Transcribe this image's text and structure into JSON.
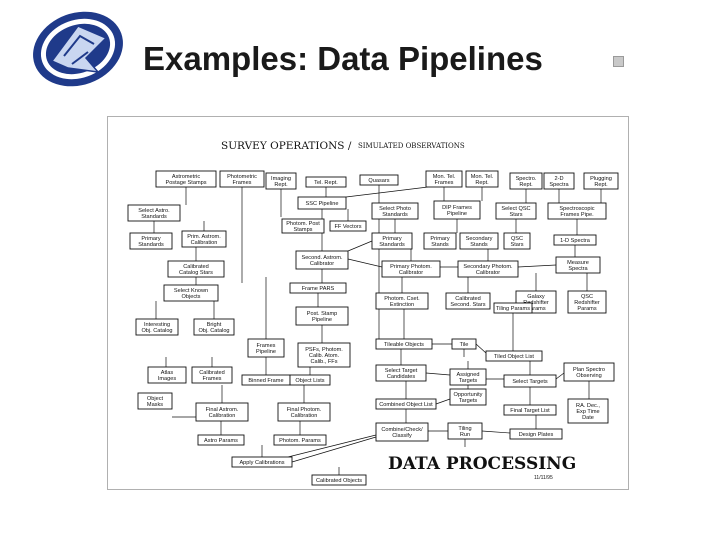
{
  "slide": {
    "title": "Examples: Data Pipelines"
  },
  "diagram": {
    "header_main": "SURVEY OPERATIONS /",
    "header_sub": "SIMULATED OBSERVATIONS",
    "footer": "DATA PROCESSING",
    "date": "11/11/95",
    "boxes": [
      {
        "id": "b1",
        "lines": [
          "Astrometric",
          "Postage Stamps"
        ]
      },
      {
        "id": "b2",
        "lines": [
          "Photometric",
          "Frames"
        ]
      },
      {
        "id": "b3",
        "lines": [
          "Imaging",
          "Rept."
        ]
      },
      {
        "id": "b4",
        "lines": [
          "Tel. Rept."
        ]
      },
      {
        "id": "b5",
        "lines": [
          "Quasars"
        ]
      },
      {
        "id": "b6",
        "lines": [
          "Mon. Tel.",
          "Frames"
        ]
      },
      {
        "id": "b7",
        "lines": [
          "Mon. Tel.",
          "Rept."
        ]
      },
      {
        "id": "b8",
        "lines": [
          "Spectro.",
          "Rept."
        ]
      },
      {
        "id": "b9",
        "lines": [
          "2-D",
          "Spectra"
        ]
      },
      {
        "id": "b10",
        "lines": [
          "Plugging",
          "Rept."
        ]
      },
      {
        "id": "b11",
        "lines": [
          "Select Astro.",
          "Standards"
        ]
      },
      {
        "id": "b12",
        "lines": [
          "SSC Pipeline"
        ]
      },
      {
        "id": "b13",
        "lines": [
          "Select Photo",
          "Standards"
        ]
      },
      {
        "id": "b14",
        "lines": [
          "DIP Frames",
          "Pipeline"
        ]
      },
      {
        "id": "b15",
        "lines": [
          "Select QSC",
          "Stars"
        ]
      },
      {
        "id": "b16",
        "lines": [
          "Spectroscopic",
          "Frames Pipe."
        ]
      },
      {
        "id": "b17",
        "lines": [
          "Primary",
          "Standards"
        ]
      },
      {
        "id": "b18",
        "lines": [
          "Prim. Astrom.",
          "Calibration"
        ]
      },
      {
        "id": "b19",
        "lines": [
          "Photom. Post",
          "Stamps"
        ]
      },
      {
        "id": "b20",
        "lines": [
          "FF Vectors"
        ]
      },
      {
        "id": "b21",
        "lines": [
          "Primary",
          "Standards"
        ]
      },
      {
        "id": "b22",
        "lines": [
          "Primary",
          "Stands"
        ]
      },
      {
        "id": "b23",
        "lines": [
          "Secondary",
          "Stands"
        ]
      },
      {
        "id": "b24",
        "lines": [
          "QSC",
          "Stars"
        ]
      },
      {
        "id": "b25",
        "lines": [
          "1-D Spectra"
        ]
      },
      {
        "id": "b26",
        "lines": [
          "Calibrated",
          "Catalog Stars"
        ]
      },
      {
        "id": "b27",
        "lines": [
          "Second. Astrom.",
          "Calibrator"
        ]
      },
      {
        "id": "b28",
        "lines": [
          "Primary Photom.",
          "Calibrator"
        ]
      },
      {
        "id": "b29",
        "lines": [
          "Secondary Photom.",
          "Calibrator"
        ]
      },
      {
        "id": "b30",
        "lines": [
          "Measure",
          "Spectra"
        ]
      },
      {
        "id": "b31",
        "lines": [
          "Select Known",
          "Objects"
        ]
      },
      {
        "id": "b32",
        "lines": [
          "Frame PARS"
        ]
      },
      {
        "id": "b33",
        "lines": [
          "Photom. Cset.",
          "Extinction"
        ]
      },
      {
        "id": "b34",
        "lines": [
          "Calibrated",
          "Second. Stars"
        ]
      },
      {
        "id": "b35",
        "lines": [
          "Galaxy",
          "Redshifter",
          "Params"
        ]
      },
      {
        "id": "b36",
        "lines": [
          "QSC",
          "Redshifter",
          "Params"
        ]
      },
      {
        "id": "b37",
        "lines": [
          "Interesting",
          "Obj. Catalog"
        ]
      },
      {
        "id": "b38",
        "lines": [
          "Bright",
          "Obj. Catalog"
        ]
      },
      {
        "id": "b39",
        "lines": [
          "Post. Stamp",
          "Pipeline"
        ]
      },
      {
        "id": "b40",
        "lines": [
          "Tiling Params"
        ]
      },
      {
        "id": "b41",
        "lines": [
          "Frames",
          "Pipeline"
        ]
      },
      {
        "id": "b42",
        "lines": [
          "PSFs, Photom.",
          "Calib. Atom.",
          "Calib., FFs"
        ]
      },
      {
        "id": "b43",
        "lines": [
          "Tileable Objects"
        ]
      },
      {
        "id": "b44",
        "lines": [
          "Tile"
        ]
      },
      {
        "id": "b45",
        "lines": [
          "Tiled Object List"
        ]
      },
      {
        "id": "b46",
        "lines": [
          "Atlas",
          "Images"
        ]
      },
      {
        "id": "b47",
        "lines": [
          "Calibrated",
          "Frames"
        ]
      },
      {
        "id": "b48",
        "lines": [
          "Binned Frame"
        ]
      },
      {
        "id": "b49",
        "lines": [
          "Object Lists"
        ]
      },
      {
        "id": "b50",
        "lines": [
          "Select Target",
          "Candidates"
        ]
      },
      {
        "id": "b51",
        "lines": [
          "Assigned",
          "Targets"
        ]
      },
      {
        "id": "b52",
        "lines": [
          "Select Targets"
        ]
      },
      {
        "id": "b53",
        "lines": [
          "Plan Spectro",
          "Observing"
        ]
      },
      {
        "id": "b54",
        "lines": [
          "Object",
          "Masks"
        ]
      },
      {
        "id": "b55",
        "lines": [
          "Final Astrom.",
          "Calibration"
        ]
      },
      {
        "id": "b56",
        "lines": [
          "Final Photom.",
          "Calibration"
        ]
      },
      {
        "id": "b57",
        "lines": [
          "Opportunity",
          "Targets"
        ]
      },
      {
        "id": "b58",
        "lines": [
          "Combined Object List"
        ]
      },
      {
        "id": "b59",
        "lines": [
          "Final Target List"
        ]
      },
      {
        "id": "b60",
        "lines": [
          "RA. Dec.,",
          "Exp Time",
          "Date"
        ]
      },
      {
        "id": "b61",
        "lines": [
          "Astro Params"
        ]
      },
      {
        "id": "b62",
        "lines": [
          "Photom. Params"
        ]
      },
      {
        "id": "b63",
        "lines": [
          "Combine/Check/",
          "Classify"
        ]
      },
      {
        "id": "b64",
        "lines": [
          "Tiling",
          "Run"
        ]
      },
      {
        "id": "b65",
        "lines": [
          "Design Plates"
        ]
      },
      {
        "id": "b66",
        "lines": [
          "Apply Calibrations"
        ]
      },
      {
        "id": "b67",
        "lines": [
          "Calibrated Objects"
        ]
      }
    ]
  },
  "colors": {
    "logo_blue": "#1f3a8a",
    "logo_light": "#c9d6f0"
  }
}
